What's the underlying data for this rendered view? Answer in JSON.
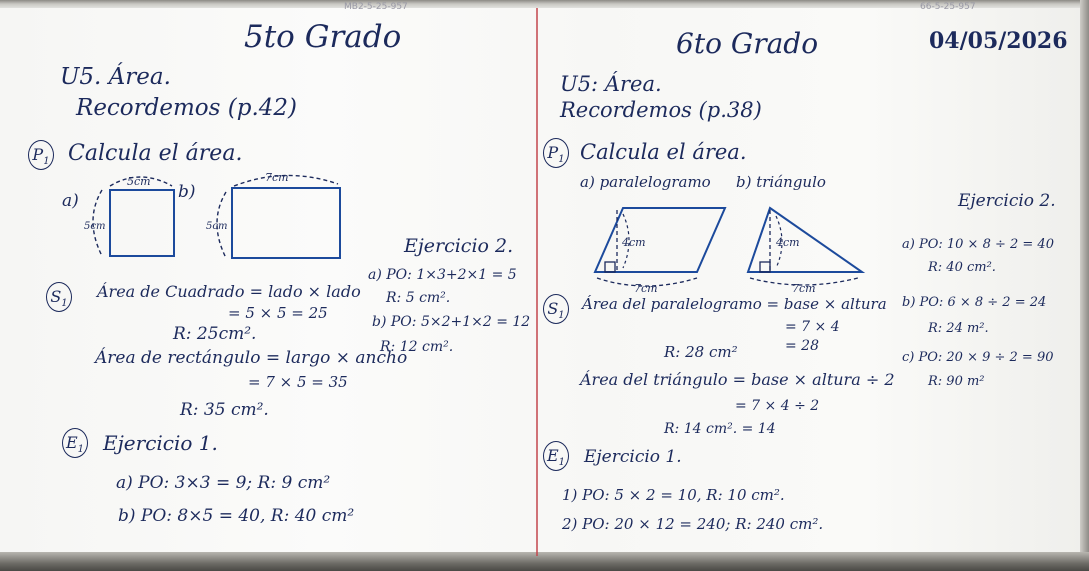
{
  "top_marks": {
    "left_code": "MB2-5-25-957",
    "right_code": "66-5-25-957"
  },
  "grade5": {
    "header": "5to Grado",
    "unit": "U5. Área.",
    "review": "Recordemos (p.42)",
    "p_label": "P",
    "p_sub": "1",
    "instruction": "Calcula el área.",
    "fig_a_label": "a)",
    "fig_b_label": "b)",
    "fig_a_top": "5cm",
    "fig_a_side": "5cm",
    "fig_b_top": "7cm",
    "fig_b_side": "5cm",
    "s_label": "S",
    "s_sub": "1",
    "square_formula": "Área de Cuadrado = lado × lado",
    "square_calc": "= 5 × 5 = 25",
    "square_result": "R: 25cm².",
    "rect_formula": "Área de rectángulo = largo × ancho",
    "rect_calc": "= 7 × 5 = 35",
    "rect_result": "R: 35 cm².",
    "e_label": "E",
    "e_sub": "1",
    "exercise1_title": "Ejercicio 1.",
    "exercise1_a": "a)  PO: 3×3 = 9;  R: 9 cm²",
    "exercise1_b": "b)  PO: 8×5 = 40,  R: 40 cm²",
    "exercise2_title": "Ejercicio 2.",
    "exercise2_a_po": "a) PO: 1×3+2×1 = 5",
    "exercise2_a_r": "R: 5 cm².",
    "exercise2_b_po": "b) PO: 5×2+1×2 = 12",
    "exercise2_b_r": "R: 12 cm²."
  },
  "grade6": {
    "header": "6to Grado",
    "date": "04/05/2026",
    "unit": "U5: Área.",
    "review": "Recordemos (p.38)",
    "p_label": "P",
    "p_sub": "1",
    "instruction": "Calcula el área.",
    "fig_a_label": "a) paralelogramo",
    "fig_b_label": "b) triángulo",
    "fig_a_height": "4cm",
    "fig_a_base": "7cm",
    "fig_b_height": "4cm",
    "fig_b_base": "7cm",
    "s_label": "S",
    "s_sub": "1",
    "para_formula": "Área del paralelogramo = base × altura",
    "para_calc1": "= 7 × 4",
    "para_calc2": "= 28",
    "para_result": "R: 28 cm²",
    "tri_formula": "Área del triángulo = base × altura ÷ 2",
    "tri_calc": "= 7 × 4 ÷ 2",
    "tri_result": "R: 14 cm².  = 14",
    "e_label": "E",
    "e_sub": "1",
    "exercise1_title": "Ejercicio 1.",
    "exercise1_1": "1) PO: 5 × 2 = 10,  R: 10 cm².",
    "exercise1_2": "2) PO: 20 × 12 = 240;  R: 240 cm².",
    "exercise2_title": "Ejercicio 2.",
    "exercise2_a_po": "a) PO: 10 × 8 ÷ 2 = 40",
    "exercise2_a_r": "R: 40 cm².",
    "exercise2_b_po": "b) PO: 6 × 8 ÷ 2 = 24",
    "exercise2_b_r": "R: 24 m².",
    "exercise2_c_po": "c) PO: 20 × 9 ÷ 2 = 90",
    "exercise2_c_r": "R: 90 m²"
  },
  "colors": {
    "marker_ink": "#1c2a5c",
    "center_line": "#c3454c",
    "board": "#f6f6f4"
  }
}
